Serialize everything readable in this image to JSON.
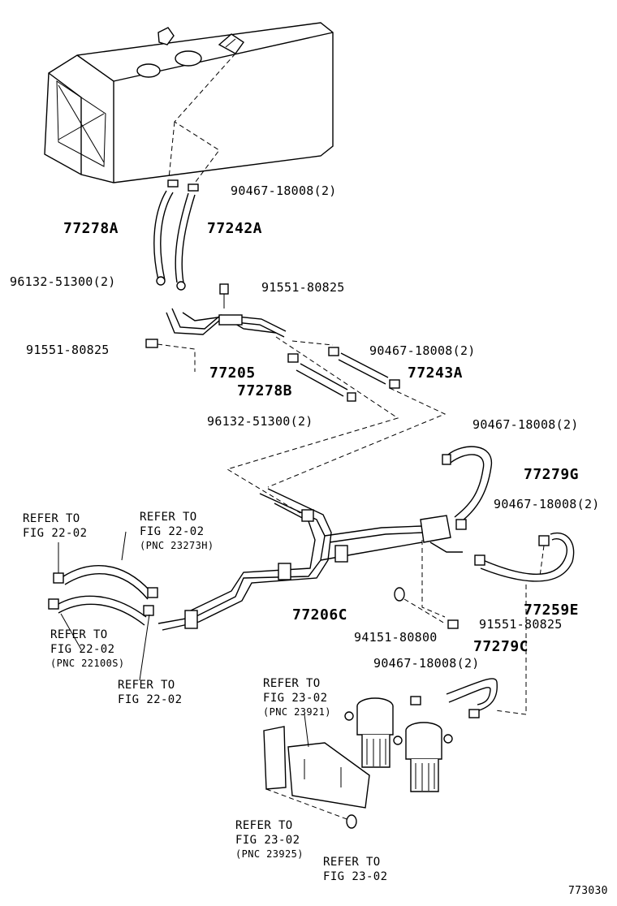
{
  "diagram_id": "773030",
  "part_labels": {
    "p_77278A": "77278A",
    "p_77242A": "77242A",
    "p_77205": "77205",
    "p_77278B": "77278B",
    "p_77243A": "77243A",
    "p_77279G": "77279G",
    "p_77206C": "77206C",
    "p_77259E": "77259E",
    "p_77279C": "77279C"
  },
  "callouts": {
    "c_90467_a": "90467-18008(2)",
    "c_96132_a": "96132-51300(2)",
    "c_91551_a": "91551-80825",
    "c_91551_b": "91551-80825",
    "c_90467_b": "90467-18008(2)",
    "c_96132_b": "96132-51300(2)",
    "c_90467_c": "90467-18008(2)",
    "c_90467_d": "90467-18008(2)",
    "c_94151": "94151-80800",
    "c_91551_c": "91551-80825",
    "c_90467_e": "90467-18008(2)"
  },
  "references": {
    "r1": {
      "line1": "REFER TO",
      "line2": "FIG 22-02"
    },
    "r2": {
      "line1": "REFER TO",
      "line2": "FIG 22-02",
      "pnc": "(PNC 23273H)"
    },
    "r3": {
      "line1": "REFER TO",
      "line2": "FIG 22-02",
      "pnc": "(PNC 22100S)"
    },
    "r4": {
      "line1": "REFER TO",
      "line2": "FIG 22-02"
    },
    "r5": {
      "line1": "REFER TO",
      "line2": "FIG 23-02",
      "pnc": "(PNC 23921)"
    },
    "r6": {
      "line1": "REFER TO",
      "line2": "FIG 23-02",
      "pnc": "(PNC 23925)"
    },
    "r7": {
      "line1": "REFER TO",
      "line2": "FIG 23-02"
    }
  }
}
